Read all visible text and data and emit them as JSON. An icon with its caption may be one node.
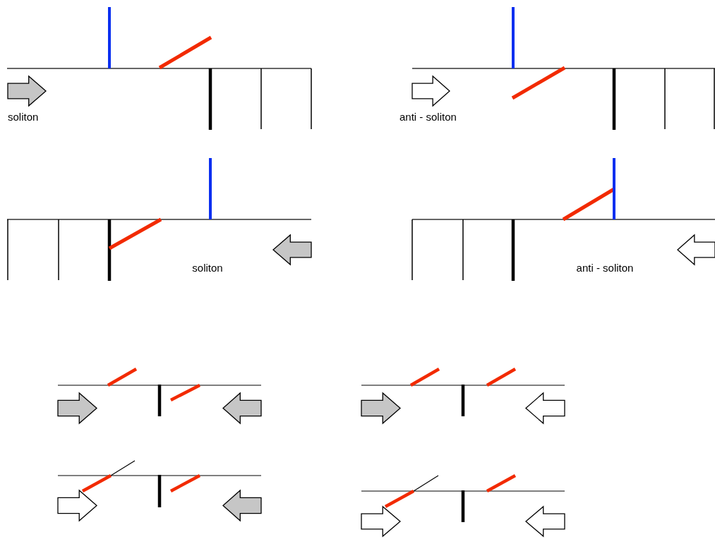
{
  "diagram": {
    "labels": [
      "soliton",
      "anti - soliton",
      "soliton",
      "anti - soliton"
    ]
  }
}
